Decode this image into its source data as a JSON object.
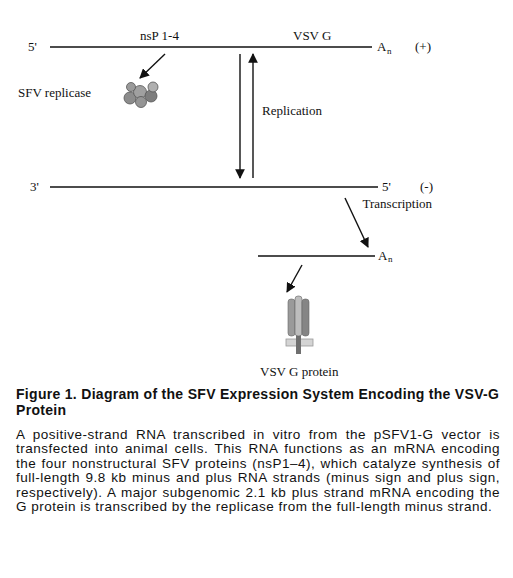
{
  "diagram": {
    "title": "Figure 1. Diagram of the SFV Expression System Encoding the VSV-G Protein",
    "caption": "A positive-strand RNA transcribed in vitro from the pSFV1-G vector is transfected into animal cells. This RNA functions as an mRNA encoding the four nonstructural SFV proteins (nsP1–4), which catalyze synthesis of full-length 9.8 kb minus and plus RNA strands (minus sign and plus sign, respectively). A major subgenomic 2.1 kb plus strand mRNA encoding the G protein is transcribed by the replicase from the full-length minus strand.",
    "nodes": [
      {
        "text": [
          "5'",
          "nsP 1-4",
          "VSV G",
          "A",
          "n",
          "(+)"
        ]
      },
      {
        "text": [
          "SFV replicase"
        ]
      },
      {
        "text": [
          "3'",
          "5'",
          "(-)"
        ]
      },
      {
        "text": [
          "A",
          "n"
        ]
      },
      {
        "text": [
          "VSV G protein"
        ]
      }
    ],
    "edges": [
      {
        "from": 0,
        "to": 1,
        "arrow": "to"
      },
      {
        "from": 0,
        "to": 2,
        "arrow": "to"
      },
      {
        "from": 2,
        "to": 0,
        "label": "Replication",
        "arrow": "to"
      },
      {
        "from": 2,
        "to": 3,
        "label": "Transcription",
        "arrow": "to"
      },
      {
        "from": 3,
        "to": 4,
        "arrow": "to"
      }
    ]
  }
}
